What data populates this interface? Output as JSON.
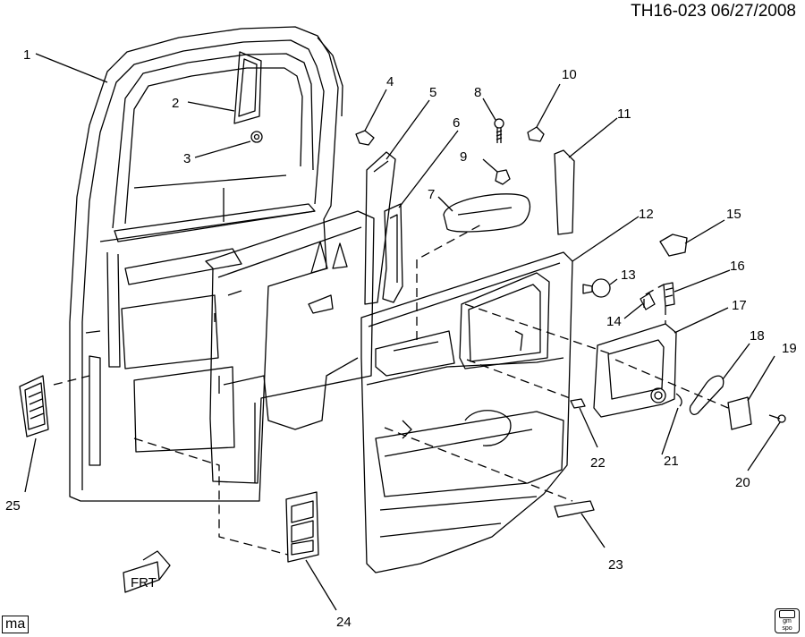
{
  "header": {
    "code": "TH16-023  06/27/2008"
  },
  "footer": {
    "code": "ma"
  },
  "logo": {
    "text": "gm spo"
  },
  "callouts": [
    "1",
    "2",
    "3",
    "4",
    "5",
    "6",
    "7",
    "8",
    "9",
    "10",
    "11",
    "12",
    "13",
    "14",
    "15",
    "16",
    "17",
    "18",
    "19",
    "20",
    "21",
    "22",
    "23",
    "24",
    "25"
  ],
  "arrow_text": "FRT"
}
